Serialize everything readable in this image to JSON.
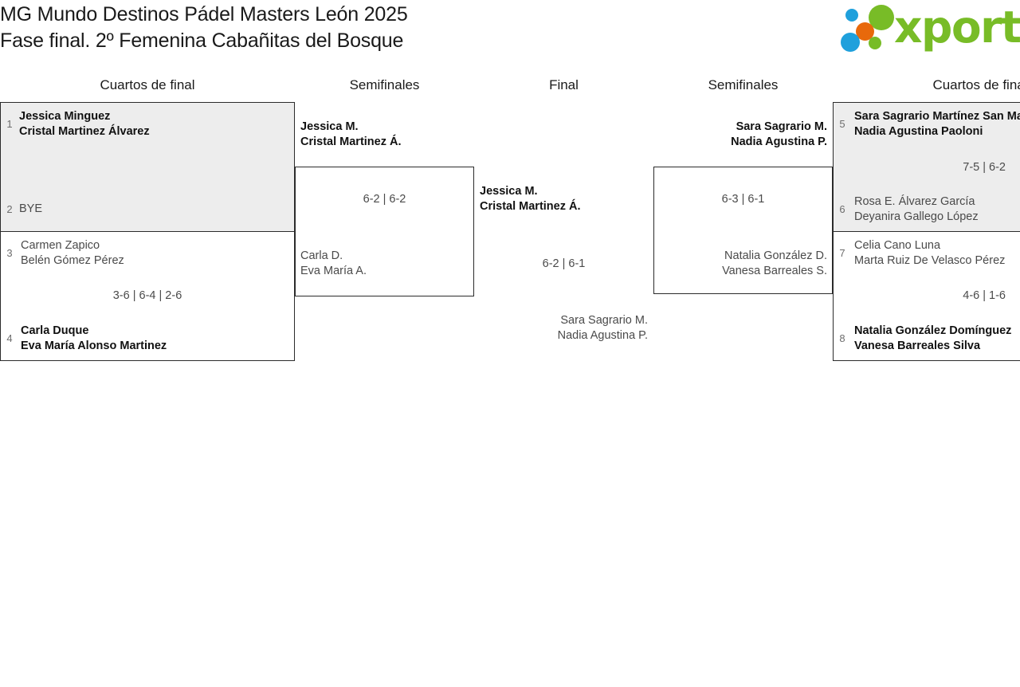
{
  "header": {
    "title_line1": "MG Mundo Destinos Pádel Masters León 2025",
    "title_line2": "Fase final. 2º Femenina Cabañitas del Bosque",
    "logo_text": "xporty",
    "logo_colors": {
      "green": "#78bc27",
      "blue": "#1fa0dc",
      "orange": "#e8690b"
    }
  },
  "rounds": [
    {
      "id": "qf-left",
      "label": "Cuartos de final"
    },
    {
      "id": "sf-left",
      "label": "Semifinales"
    },
    {
      "id": "final",
      "label": "Final"
    },
    {
      "id": "sf-right",
      "label": "Semifinales"
    },
    {
      "id": "qf-right",
      "label": "Cuartos de final"
    }
  ],
  "colors": {
    "shaded_fill": "#ededed",
    "border": "#2b2b2b",
    "text": "#4a4a4a",
    "winner_text": "#111111",
    "seed_text": "#6d6d6d"
  },
  "matches": {
    "qf1": {
      "shaded": true,
      "top": {
        "seed": "1",
        "line1": "Jessica Minguez",
        "line2": "Cristal Martinez Álvarez",
        "winner": true
      },
      "bottom": {
        "seed": "2",
        "line1": "BYE",
        "line2": "",
        "winner": false
      },
      "score": ""
    },
    "qf2": {
      "shaded": false,
      "top": {
        "seed": "3",
        "line1": "Carmen Zapico",
        "line2": "Belén Gómez Pérez",
        "winner": false
      },
      "bottom": {
        "seed": "4",
        "line1": "Carla Duque",
        "line2": "Eva María Alonso Martinez",
        "winner": true
      },
      "score": "3-6 | 6-4 | 2-6"
    },
    "sf1": {
      "shaded": false,
      "top": {
        "seed": "",
        "line1": "Jessica M.",
        "line2": "Cristal Martinez Á.",
        "winner": true
      },
      "bottom": {
        "seed": "",
        "line1": "Carla D.",
        "line2": "Eva María A.",
        "winner": false
      },
      "score": "6-2 | 6-2"
    },
    "final": {
      "shaded": false,
      "top": {
        "seed": "",
        "line1": "Jessica M.",
        "line2": "Cristal Martinez Á.",
        "winner": true
      },
      "bottom": {
        "seed": "",
        "line1": "Sara Sagrario M.",
        "line2": "Nadia Agustina P.",
        "winner": false
      },
      "score": "6-2 | 6-1"
    },
    "sf2": {
      "shaded": false,
      "top": {
        "seed": "",
        "line1": "Sara Sagrario M.",
        "line2": "Nadia Agustina P.",
        "winner": true
      },
      "bottom": {
        "seed": "",
        "line1": "Natalia González D.",
        "line2": "Vanesa Barreales S.",
        "winner": false
      },
      "score": "6-3 | 6-1"
    },
    "qf3": {
      "shaded": true,
      "top": {
        "seed": "5",
        "line1": "Sara Sagrario Martínez San Martín",
        "line2": "Nadia Agustina Paoloni",
        "winner": true
      },
      "bottom": {
        "seed": "6",
        "line1": "Rosa E. Álvarez García",
        "line2": "Deyanira Gallego López",
        "winner": false
      },
      "score": "7-5 | 6-2"
    },
    "qf4": {
      "shaded": false,
      "top": {
        "seed": "7",
        "line1": "Celia Cano Luna",
        "line2": "Marta Ruiz De Velasco Pérez",
        "winner": false
      },
      "bottom": {
        "seed": "8",
        "line1": "Natalia González Domínguez",
        "line2": "Vanesa Barreales Silva",
        "winner": true
      },
      "score": "4-6 | 1-6"
    }
  }
}
